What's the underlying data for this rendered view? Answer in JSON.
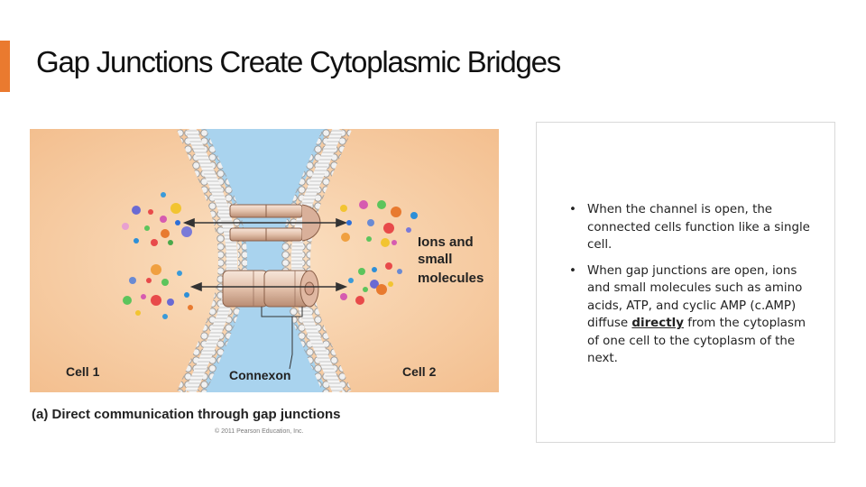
{
  "slide": {
    "title": "Gap Junctions Create Cytoplasmic Bridges",
    "accent_color": "#ea7a2f"
  },
  "figure": {
    "labels": {
      "ions": "Ions and",
      "small": "small",
      "molecules": "molecules",
      "cell1": "Cell 1",
      "cell2": "Cell 2",
      "connexon": "Connexon"
    },
    "caption": "(a) Direct communication through gap junctions",
    "copyright": "© 2011 Pearson Education, Inc.",
    "colors": {
      "cytoplasm": "#f6c89c",
      "extracellular": "#a9d3ee",
      "connexon": "#e9cdbc"
    }
  },
  "bullets": [
    {
      "bullet": "•",
      "text": "When the channel is open, the connected cells function like a single cell."
    },
    {
      "bullet": "•",
      "text_before": "When gap junctions are open, ions and small molecules such as amino acids, ATP, and cyclic AMP (c.AMP) diffuse ",
      "emphasis": "directly",
      "text_after": " from the cytoplasm of one cell to the cytoplasm of the next."
    }
  ]
}
